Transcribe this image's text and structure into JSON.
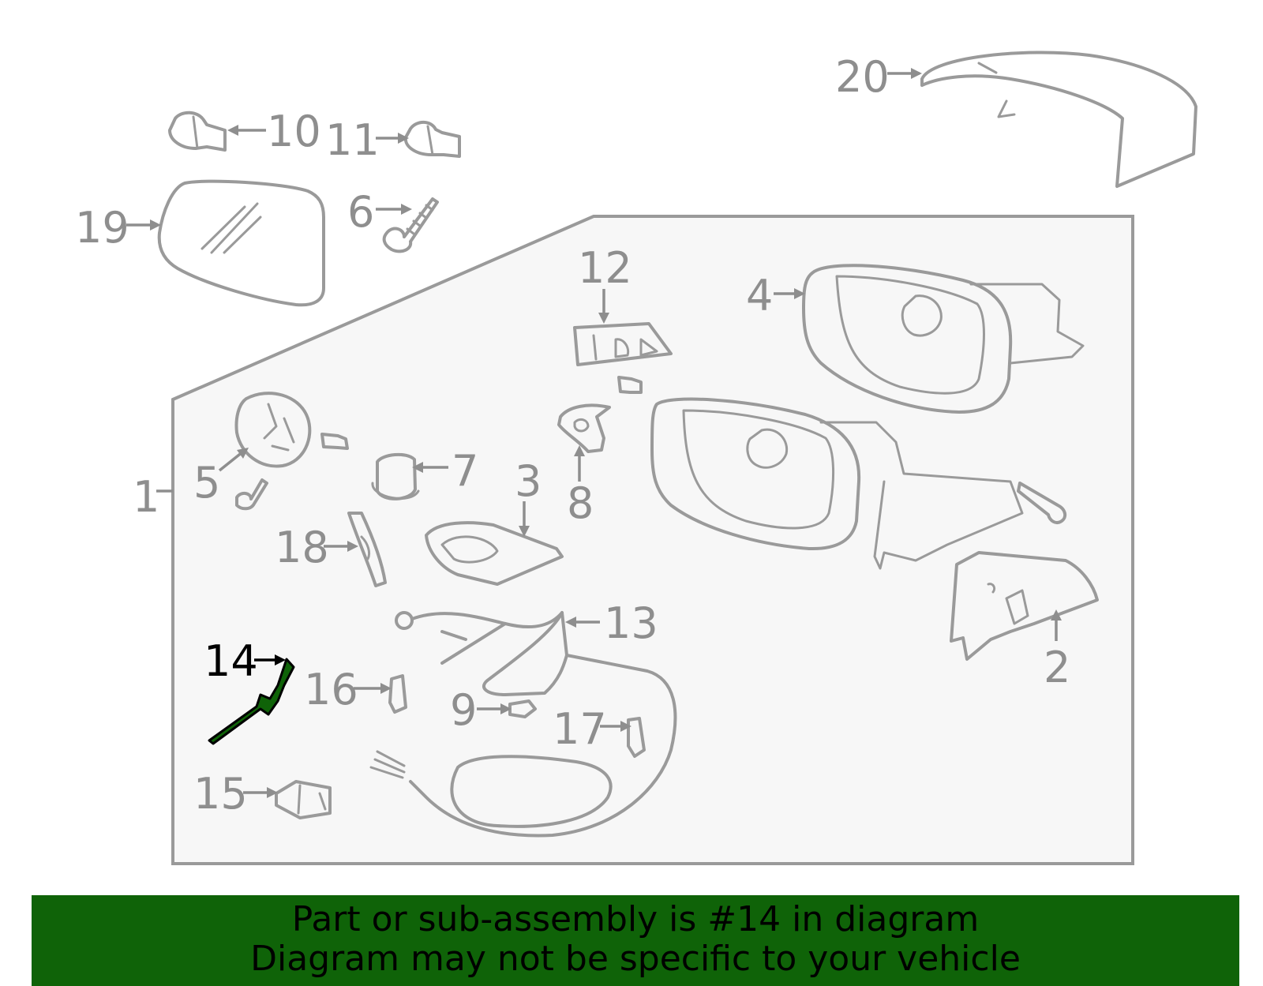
{
  "callouts": {
    "c1": "1",
    "c2": "2",
    "c3": "3",
    "c4": "4",
    "c5": "5",
    "c6": "6",
    "c7": "7",
    "c8": "8",
    "c9": "9",
    "c10": "10",
    "c11": "11",
    "c12": "12",
    "c13": "13",
    "c14": "14",
    "c15": "15",
    "c16": "16",
    "c17": "17",
    "c18": "18",
    "c19": "19",
    "c20": "20"
  },
  "highlighted_part": "14",
  "colors": {
    "highlight": "#0f6308",
    "line": "#9a9a9a",
    "panel": "#f7f7f7"
  },
  "banner": {
    "line1": "Part or sub-assembly is #14 in diagram",
    "line2": "Diagram may not be specific to your vehicle"
  }
}
